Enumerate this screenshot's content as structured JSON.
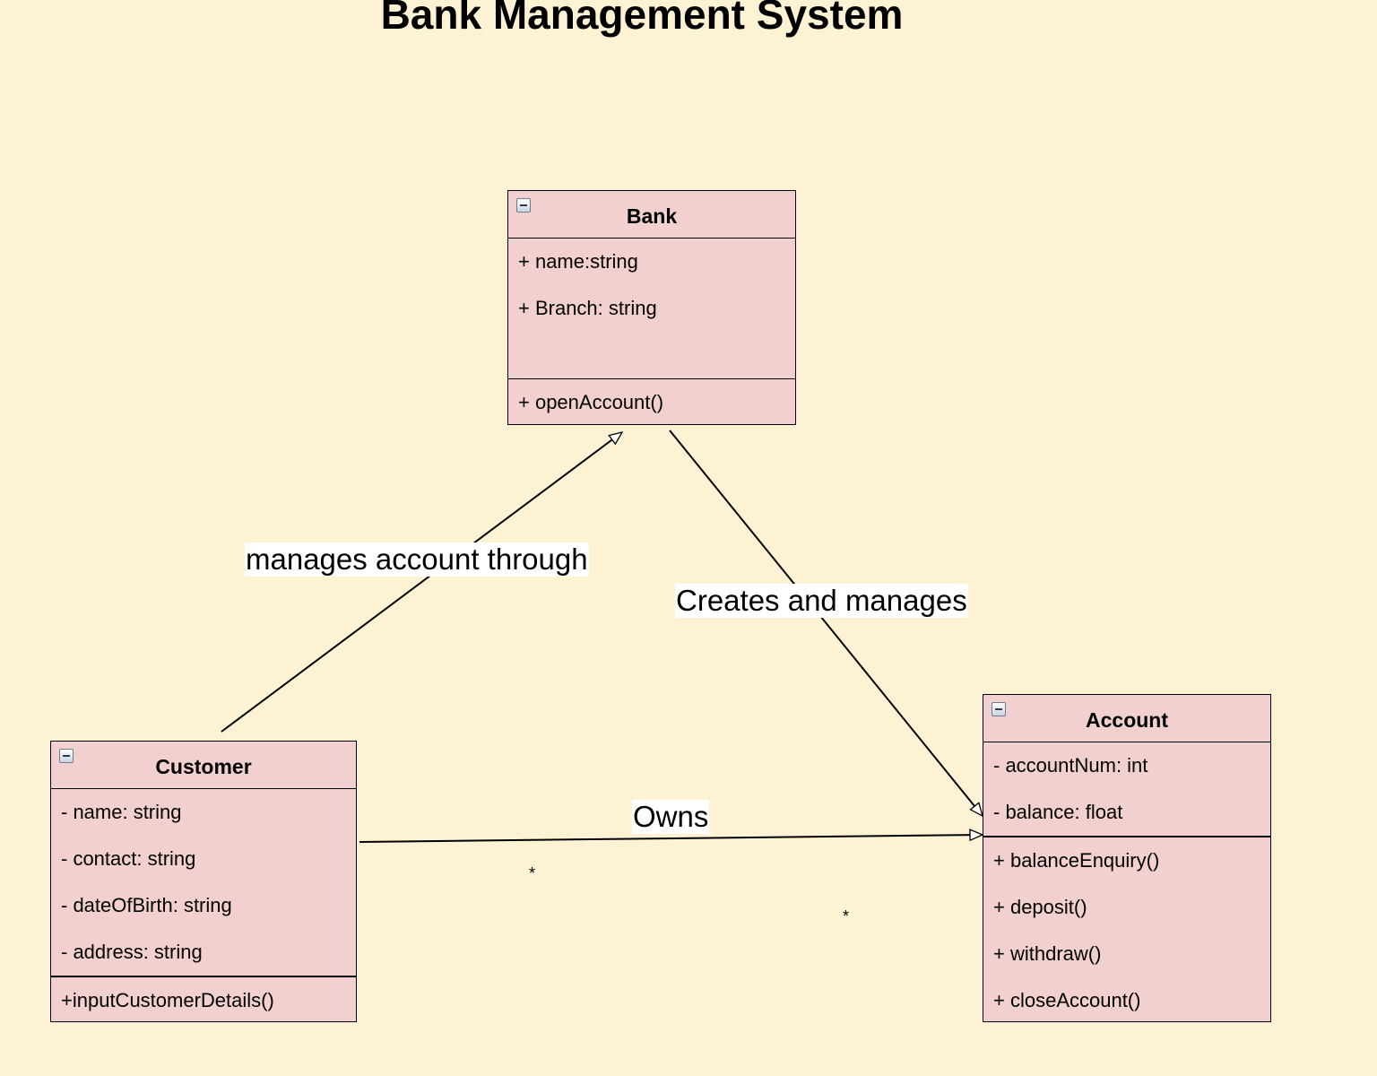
{
  "title": "Bank Management System",
  "classes": {
    "bank": {
      "name": "Bank",
      "attributes": [
        "+ name:string",
        "+ Branch: string"
      ],
      "methods": [
        "+ openAccount()"
      ]
    },
    "customer": {
      "name": "Customer",
      "attributes": [
        "- name: string",
        "- contact: string",
        "- dateOfBirth: string",
        "- address: string"
      ],
      "methods": [
        "+inputCustomerDetails()"
      ]
    },
    "account": {
      "name": "Account",
      "attributes": [
        "- accountNum: int",
        "- balance: float"
      ],
      "methods": [
        "+ balanceEnquiry()",
        "+ deposit()",
        "+ withdraw()",
        "+ closeAccount()"
      ]
    }
  },
  "relationships": {
    "customer_bank": {
      "label": "manages account through"
    },
    "bank_account": {
      "label": "Creates and manages"
    },
    "customer_account": {
      "label": "Owns",
      "multiplicity_source": "*",
      "multiplicity_target": "*"
    }
  },
  "colors": {
    "background": "#fdf2d3",
    "class_fill": "#f1d0cf",
    "label_fill": "#ffffff",
    "line": "#000000"
  },
  "icons": {
    "class_collapse": "minus-square-icon"
  }
}
